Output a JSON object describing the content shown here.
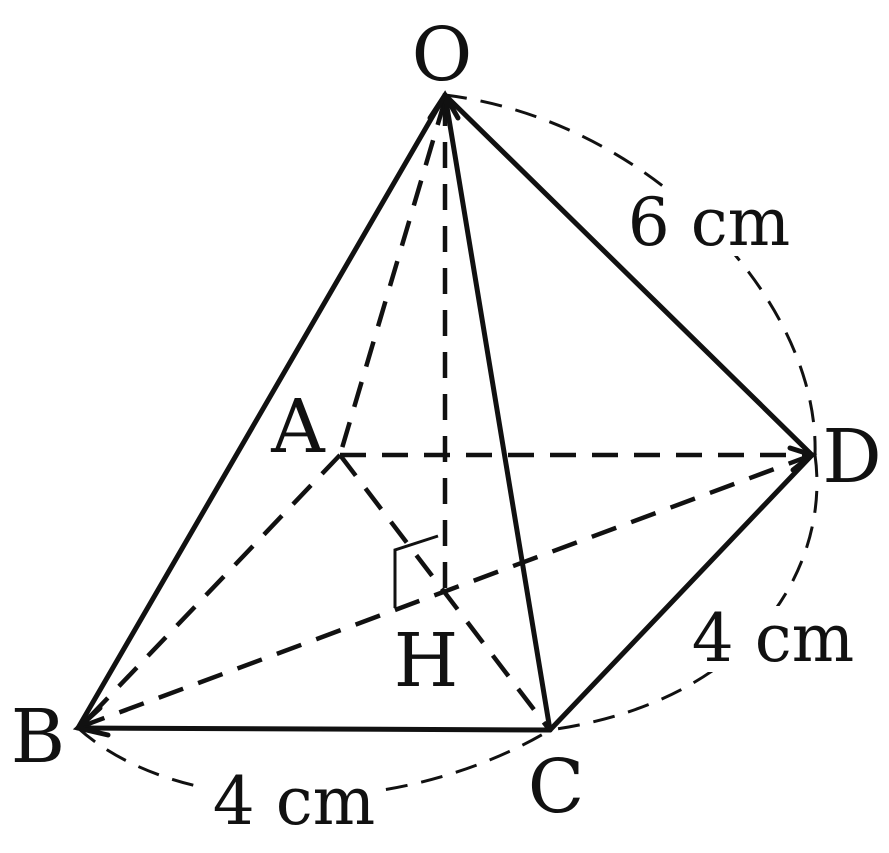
{
  "diagram": {
    "vertices": {
      "O": "O",
      "A": "A",
      "B": "B",
      "C": "C",
      "D": "D",
      "H": "H"
    },
    "dimensions": {
      "OD": "6 cm",
      "CD": "4 cm",
      "BC": "4 cm"
    }
  }
}
